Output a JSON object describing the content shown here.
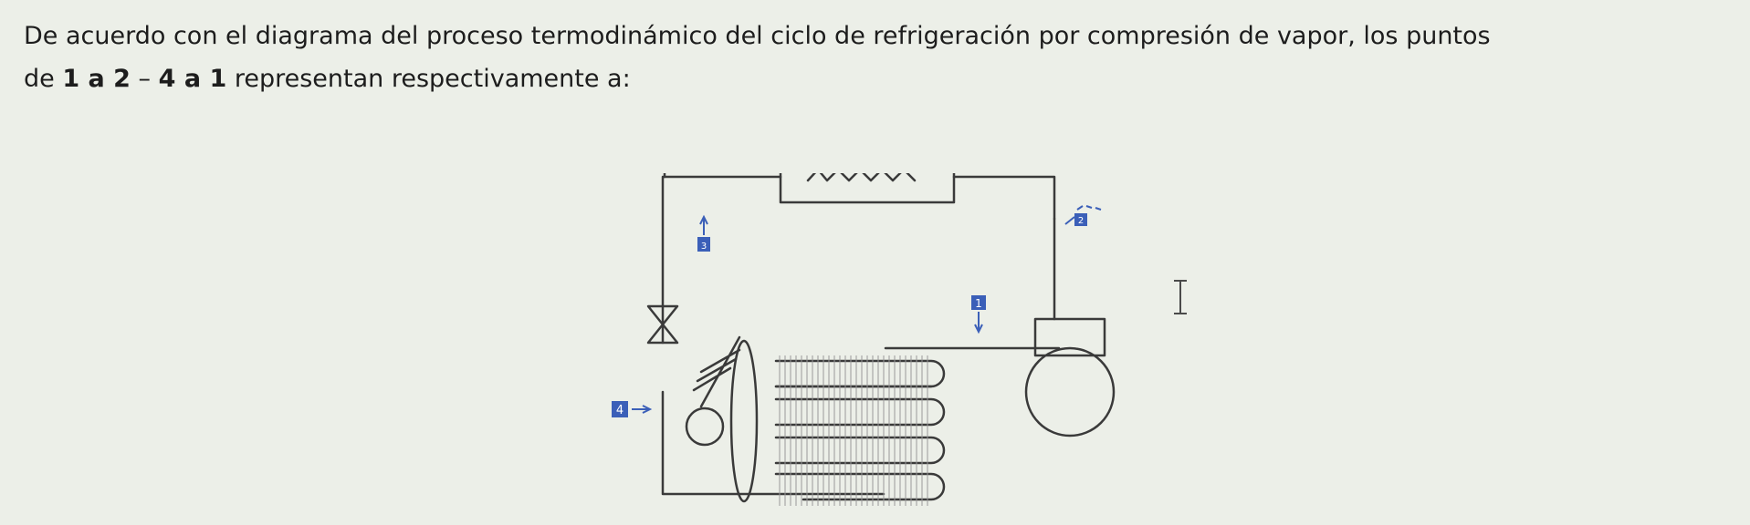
{
  "question": {
    "line1": "De acuerdo con el diagrama del proceso termodinámico del ciclo de refrigeración por compresión de vapor, los puntos",
    "line2_prefix": "de ",
    "p1": "1",
    "a1": " a ",
    "p2": "2",
    "dash": " – ",
    "p4": "4",
    "a2": " a ",
    "p1b": "1",
    "line2_suffix": " representan respectivamente a:"
  },
  "diagram": {
    "point_labels": [
      "1",
      "2",
      "3",
      "4"
    ],
    "colors": {
      "line": "#3a3a3a",
      "marker_fill": "#3b5fb8",
      "marker_text": "#ffffff",
      "arrow": "#3b5fb8"
    }
  },
  "icons": [
    "expansion-valve-icon",
    "resistor-icon",
    "fan-icon",
    "compressor-icon",
    "text-cursor-icon"
  ]
}
